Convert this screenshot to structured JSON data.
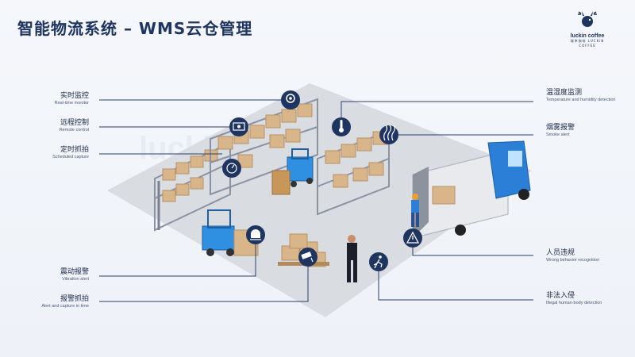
{
  "title": "智能物流系统 – WMS云仓管理",
  "logo": {
    "brand": "luckin coffee",
    "sub": "瑞幸咖啡 LUCKIN COFFEE"
  },
  "watermark": "luckin",
  "left_labels": [
    {
      "cn": "实时监控",
      "en": "Real-time monitor",
      "icon": "camera-icon"
    },
    {
      "cn": "远程控制",
      "en": "Remote control",
      "icon": "eye-monitor-icon"
    },
    {
      "cn": "定时抓拍",
      "en": "Scheduled capture",
      "icon": "timer-icon"
    },
    {
      "cn": "震动报警",
      "en": "Vibration alert",
      "icon": "alarm-light-icon"
    },
    {
      "cn": "报警抓拍",
      "en": "Alert and capture in time",
      "icon": "cctv-icon"
    }
  ],
  "right_labels": [
    {
      "cn": "温湿度监测",
      "en": "Temperature and humidity detection",
      "icon": "thermometer-icon"
    },
    {
      "cn": "烟雾报警",
      "en": "Smoke alert",
      "icon": "smoke-icon"
    },
    {
      "cn": "人员违规",
      "en": "Wrong behavior recognition",
      "icon": "warning-icon"
    },
    {
      "cn": "非法入侵",
      "en": "Illegal human-body detection",
      "icon": "running-person-icon"
    }
  ],
  "colors": {
    "navy": "#1f3561",
    "line": "#2a3f6a",
    "floor": "#d8dbe0",
    "box": "#d9b68a",
    "forklift": "#2f8fe0",
    "truck_cab": "#2b7fd6"
  }
}
